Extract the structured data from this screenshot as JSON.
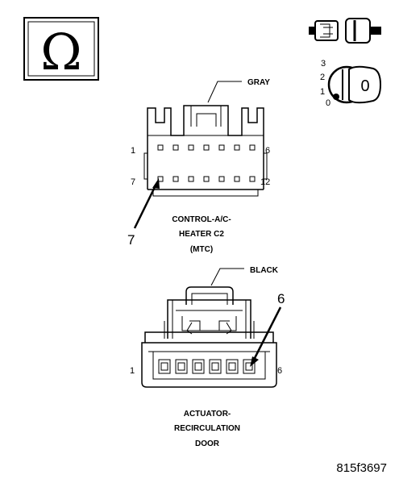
{
  "ohm_icon": {
    "symbol": "Ω",
    "icon": "ohm-meter-icon"
  },
  "top_right_icons": {
    "connector_icon": "disconnected-connector-icon",
    "ignition_icon": "ignition-key-switch-icon",
    "key_positions": [
      "3",
      "2",
      "1",
      "0"
    ],
    "key_label": "0"
  },
  "connector_top": {
    "color_label": "GRAY",
    "pin_left_top": "1",
    "pin_right_top": "6",
    "pin_left_bottom": "7",
    "pin_right_bottom": "12",
    "callout_pin": "7",
    "name_lines": [
      "CONTROL-A/C-",
      "HEATER C2",
      "(MTC)"
    ]
  },
  "connector_bottom": {
    "color_label": "BLACK",
    "pin_left": "1",
    "pin_right": "6",
    "callout_pin": "6",
    "name_lines": [
      "ACTUATOR-",
      "RECIRCULATION",
      "DOOR"
    ]
  },
  "figure_id": "815f3697"
}
